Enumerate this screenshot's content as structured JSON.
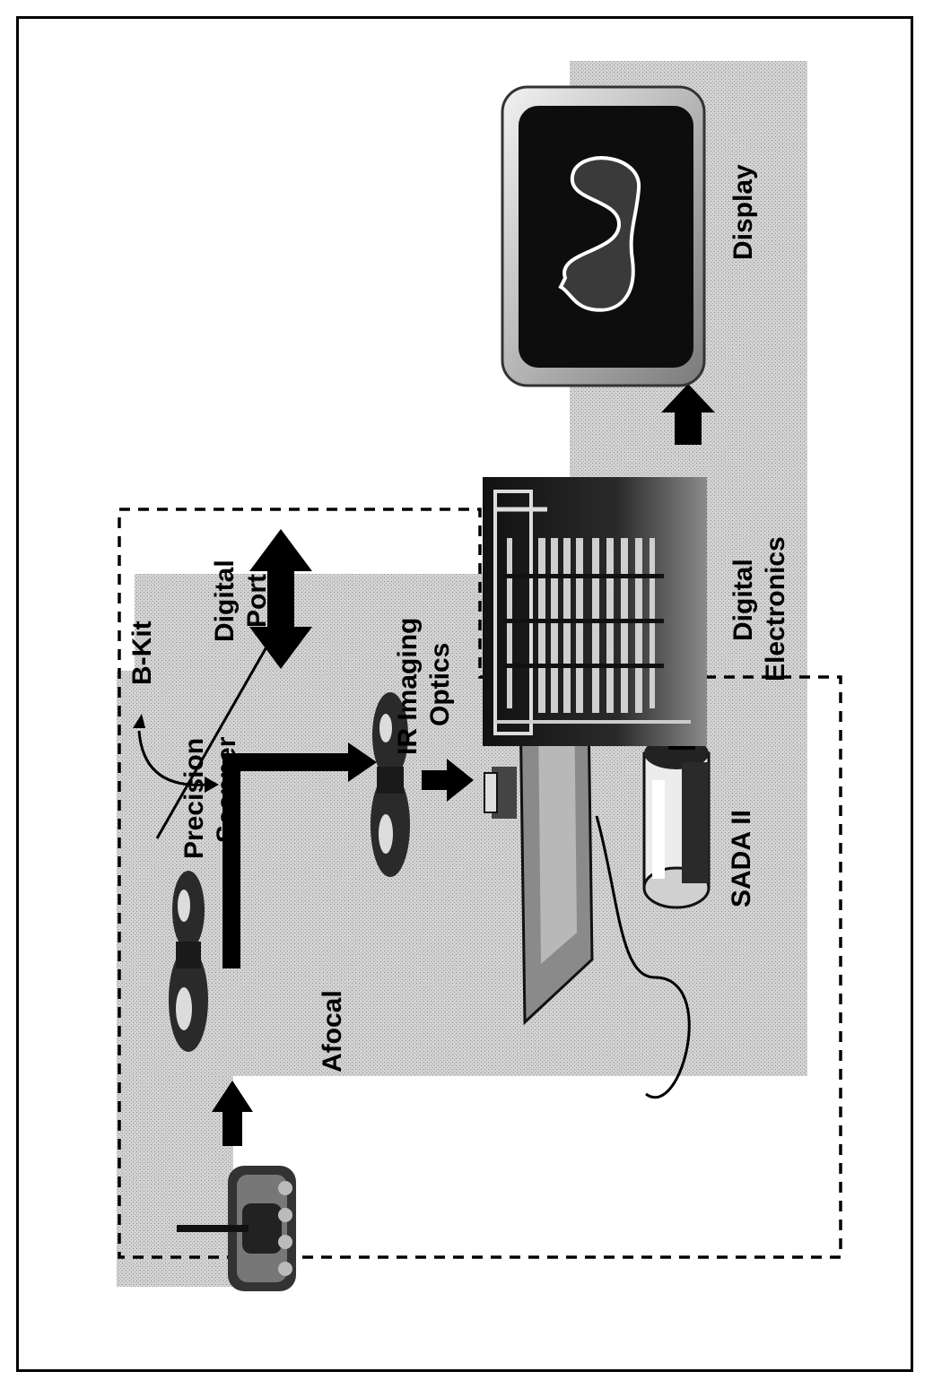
{
  "labels": {
    "b_kit": "B-Kit",
    "precision_scanner_1": "Precision",
    "precision_scanner_2": "Scanner",
    "ir_imaging_optics_1": "IR Imaging",
    "ir_imaging_optics_2": "Optics",
    "digital_port_1": "Digital",
    "digital_port_2": "Port",
    "afocal": "Afocal",
    "sada_ii": "SADA II",
    "digital_electronics_1": "Digital",
    "digital_electronics_2": "Electronics",
    "display": "Display"
  },
  "colors": {
    "shaded_region": "#cfcfcf",
    "ink": "#000000",
    "background": "#ffffff"
  },
  "icons": {
    "tank": "tank-icon",
    "afocal_lens": "lens-icon",
    "ir_lens": "lens-icon",
    "detector": "detector-icon",
    "sada_cylinder": "cylinder-icon",
    "electronics_board": "circuit-board-icon",
    "display_monitor": "monitor-icon"
  }
}
